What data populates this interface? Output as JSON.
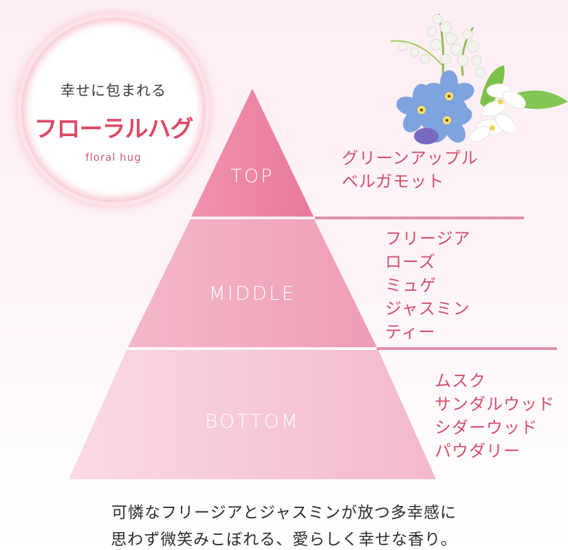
{
  "badge": {
    "subtitle": "幸せに包まれる",
    "title": "フローラルハグ",
    "english": "floral hug"
  },
  "pyramid": {
    "tiers": [
      {
        "label": "TOP",
        "notes": [
          "グリーンアップル",
          "ベルガモット"
        ],
        "color_left": "#ef93ac",
        "color_right": "#e9799a"
      },
      {
        "label": "MIDDLE",
        "notes": [
          "フリージア",
          "ローズ",
          "ミュゲ",
          "ジャスミン",
          "ティー"
        ],
        "color_left": "#f3b8c9",
        "color_right": "#ee9cb4"
      },
      {
        "label": "BOTTOM",
        "notes": [
          "ムスク",
          "サンダルウッド",
          "シダーウッド",
          "パウダリー"
        ],
        "color_left": "#f9dae4",
        "color_right": "#f4b8cb"
      }
    ]
  },
  "caption": {
    "line1": "可憐なフリージアとジャスミンが放つ多幸感に",
    "line2": "思わず微笑みこぼれる、愛らしく幸せな香り。"
  },
  "illustration": {
    "icon": "flower-bouquet-icon"
  },
  "colors": {
    "accent": "#dc4a66",
    "note_text": "#d2506a",
    "rule": "#de8eaa",
    "background_top": "#fdeef4"
  }
}
